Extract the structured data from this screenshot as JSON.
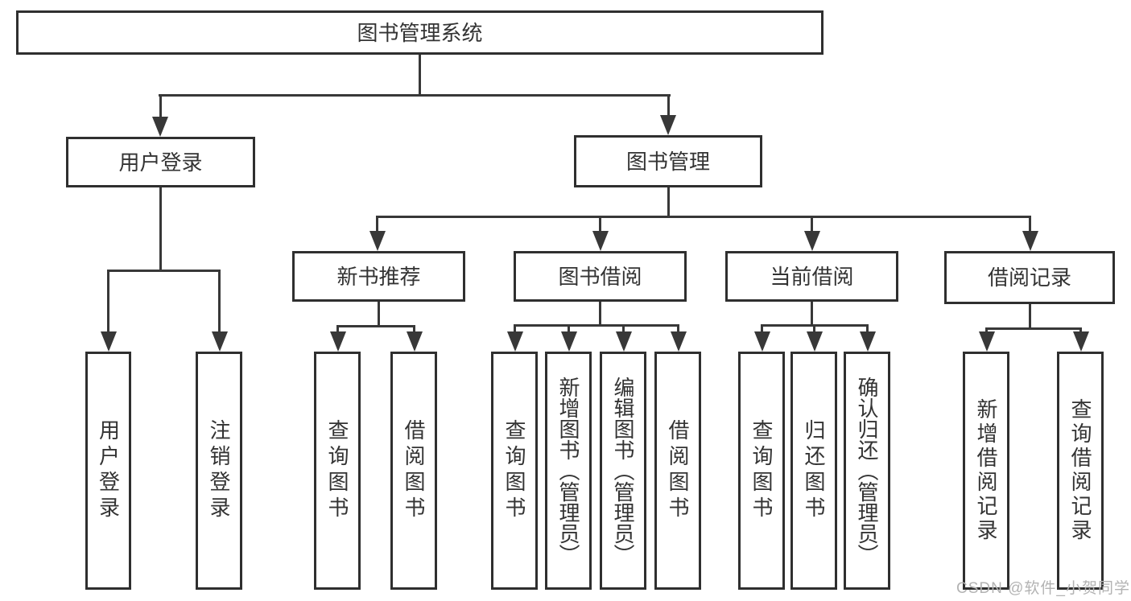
{
  "diagram_title": "图书管理系统",
  "nodes": {
    "root": "图书管理系统",
    "user_login": "用户登录",
    "book_mgmt": "图书管理",
    "new_books": "新书推荐",
    "book_borrow": "图书借阅",
    "current_borrow": "当前借阅",
    "borrow_records": "借阅记录",
    "leaf_user_login": "用户登录",
    "leaf_logout": "注销登录",
    "leaf_nb_query": "查询图书",
    "leaf_nb_borrow": "借阅图书",
    "leaf_bb_query": "查询图书",
    "leaf_bb_add": "新增图书（管理员）",
    "leaf_bb_edit": "编辑图书（管理员）",
    "leaf_bb_borrow": "借阅图书",
    "leaf_cb_query": "查询图书",
    "leaf_cb_return": "归还图书",
    "leaf_cb_confirm": "确认归还（管理员）",
    "leaf_br_add": "新增借阅记录",
    "leaf_br_query": "查询借阅记录"
  },
  "hierarchy": {
    "图书管理系统": {
      "用户登录": [
        "用户登录",
        "注销登录"
      ],
      "图书管理": {
        "新书推荐": [
          "查询图书",
          "借阅图书"
        ],
        "图书借阅": [
          "查询图书",
          "新增图书（管理员）",
          "编辑图书（管理员）",
          "借阅图书"
        ],
        "当前借阅": [
          "查询图书",
          "归还图书",
          "确认归还（管理员）"
        ],
        "借阅记录": [
          "新增借阅记录",
          "查询借阅记录"
        ]
      }
    }
  },
  "watermark": "CSDN @软件_小贺同学",
  "colors": {
    "background": "#ffffff",
    "box_border": "#2f2f2f",
    "line": "#383838",
    "text": "#333333",
    "watermark": "#b3b3b3"
  }
}
